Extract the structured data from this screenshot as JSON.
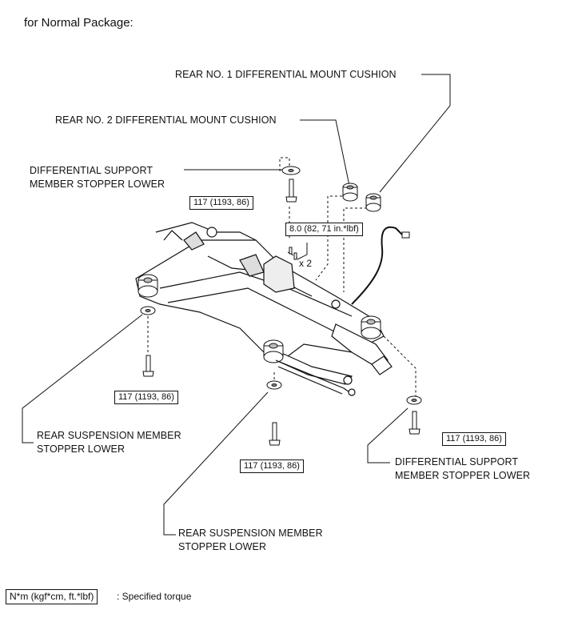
{
  "heading": "for Normal Package:",
  "labels": {
    "rear_no1_cushion": "REAR NO. 1 DIFFERENTIAL MOUNT CUSHION",
    "rear_no2_cushion": "REAR NO. 2 DIFFERENTIAL MOUNT CUSHION",
    "diff_support_top_l1": "DIFFERENTIAL SUPPORT",
    "diff_support_top_l2": "MEMBER STOPPER LOWER",
    "rear_susp_left_l1": "REAR SUSPENSION MEMBER",
    "rear_susp_left_l2": "STOPPER LOWER",
    "diff_support_right_l1": "DIFFERENTIAL SUPPORT",
    "diff_support_right_l2": "MEMBER STOPPER LOWER",
    "rear_susp_bottom_l1": "REAR SUSPENSION MEMBER",
    "rear_susp_bottom_l2": "STOPPER LOWER"
  },
  "torque": {
    "top_bolt": "117 (1193, 86)",
    "small_bolt": "8.0 (82, 71 in.*lbf)",
    "small_bolt_qty": "x 2",
    "left_bolt": "117 (1193, 86)",
    "right_bolt": "117 (1193, 86)",
    "bottom_bolt": "117 (1193, 86)"
  },
  "legend": {
    "units": "N*m (kgf*cm, ft.*lbf)",
    "description": ": Specified torque"
  }
}
